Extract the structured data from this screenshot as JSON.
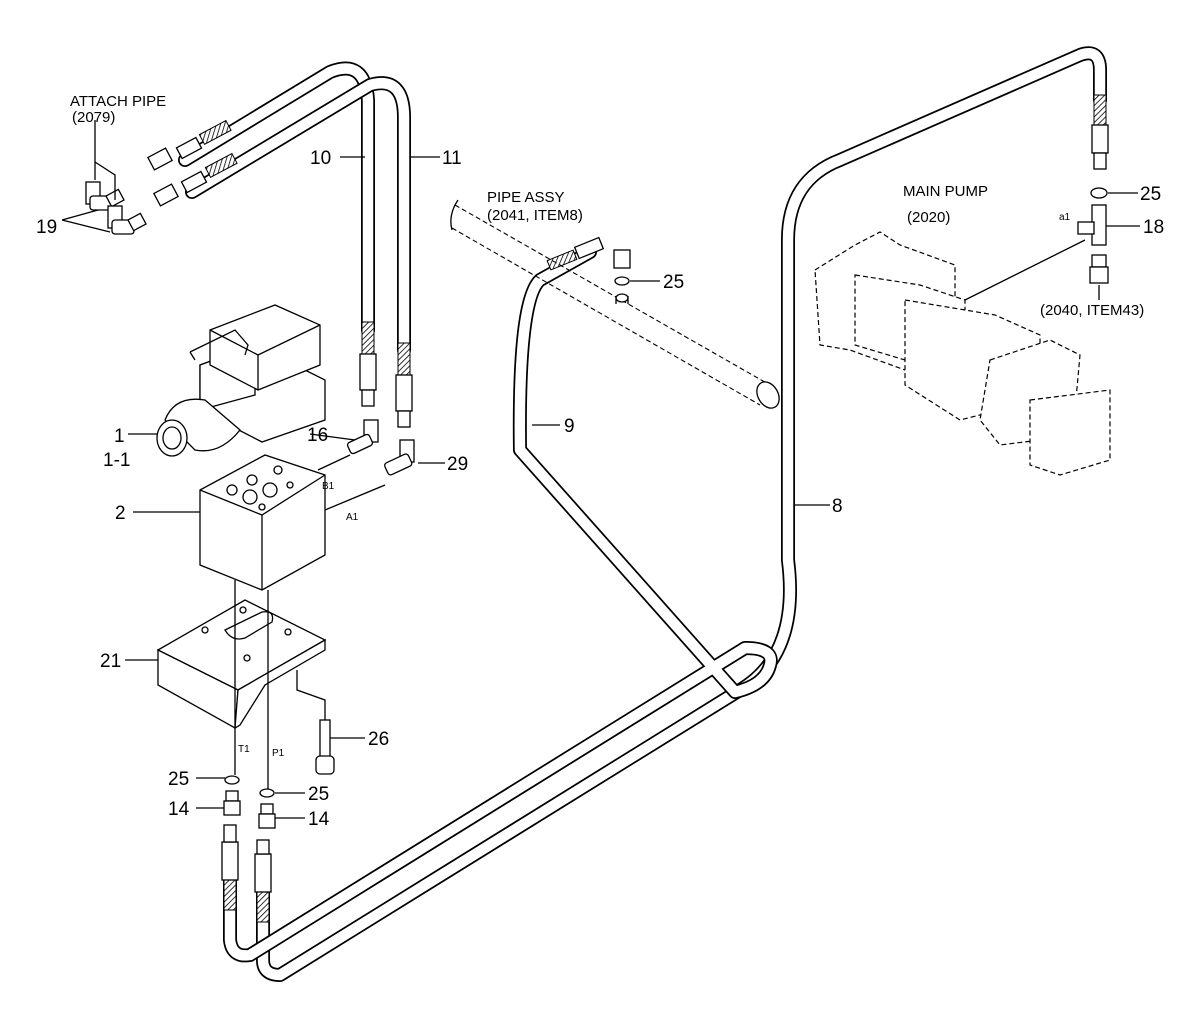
{
  "labels": {
    "attach_pipe": "ATTACH PIPE",
    "attach_pipe_code": "(2079)",
    "pipe_assy": "PIPE ASSY",
    "pipe_assy_code": "(2041, ITEM8)",
    "main_pump": "MAIN PUMP",
    "main_pump_code": "(2020)",
    "ref_2040": "(2040, ITEM43)"
  },
  "callouts": {
    "p1": "1",
    "p1_1": "1-1",
    "p2": "2",
    "p8": "8",
    "p9": "9",
    "p10": "10",
    "p11": "11",
    "p14_left": "14",
    "p14_right": "14",
    "p16": "16",
    "p18": "18",
    "p19": "19",
    "p21": "21",
    "p25_pipe": "25",
    "p25_pump": "25",
    "p25_left": "25",
    "p25_right": "25",
    "p26": "26",
    "p29": "29"
  },
  "ports": {
    "b1": "B1",
    "a1": "A1",
    "t1": "T1",
    "p1": "P1",
    "a1_pump": "a1"
  }
}
